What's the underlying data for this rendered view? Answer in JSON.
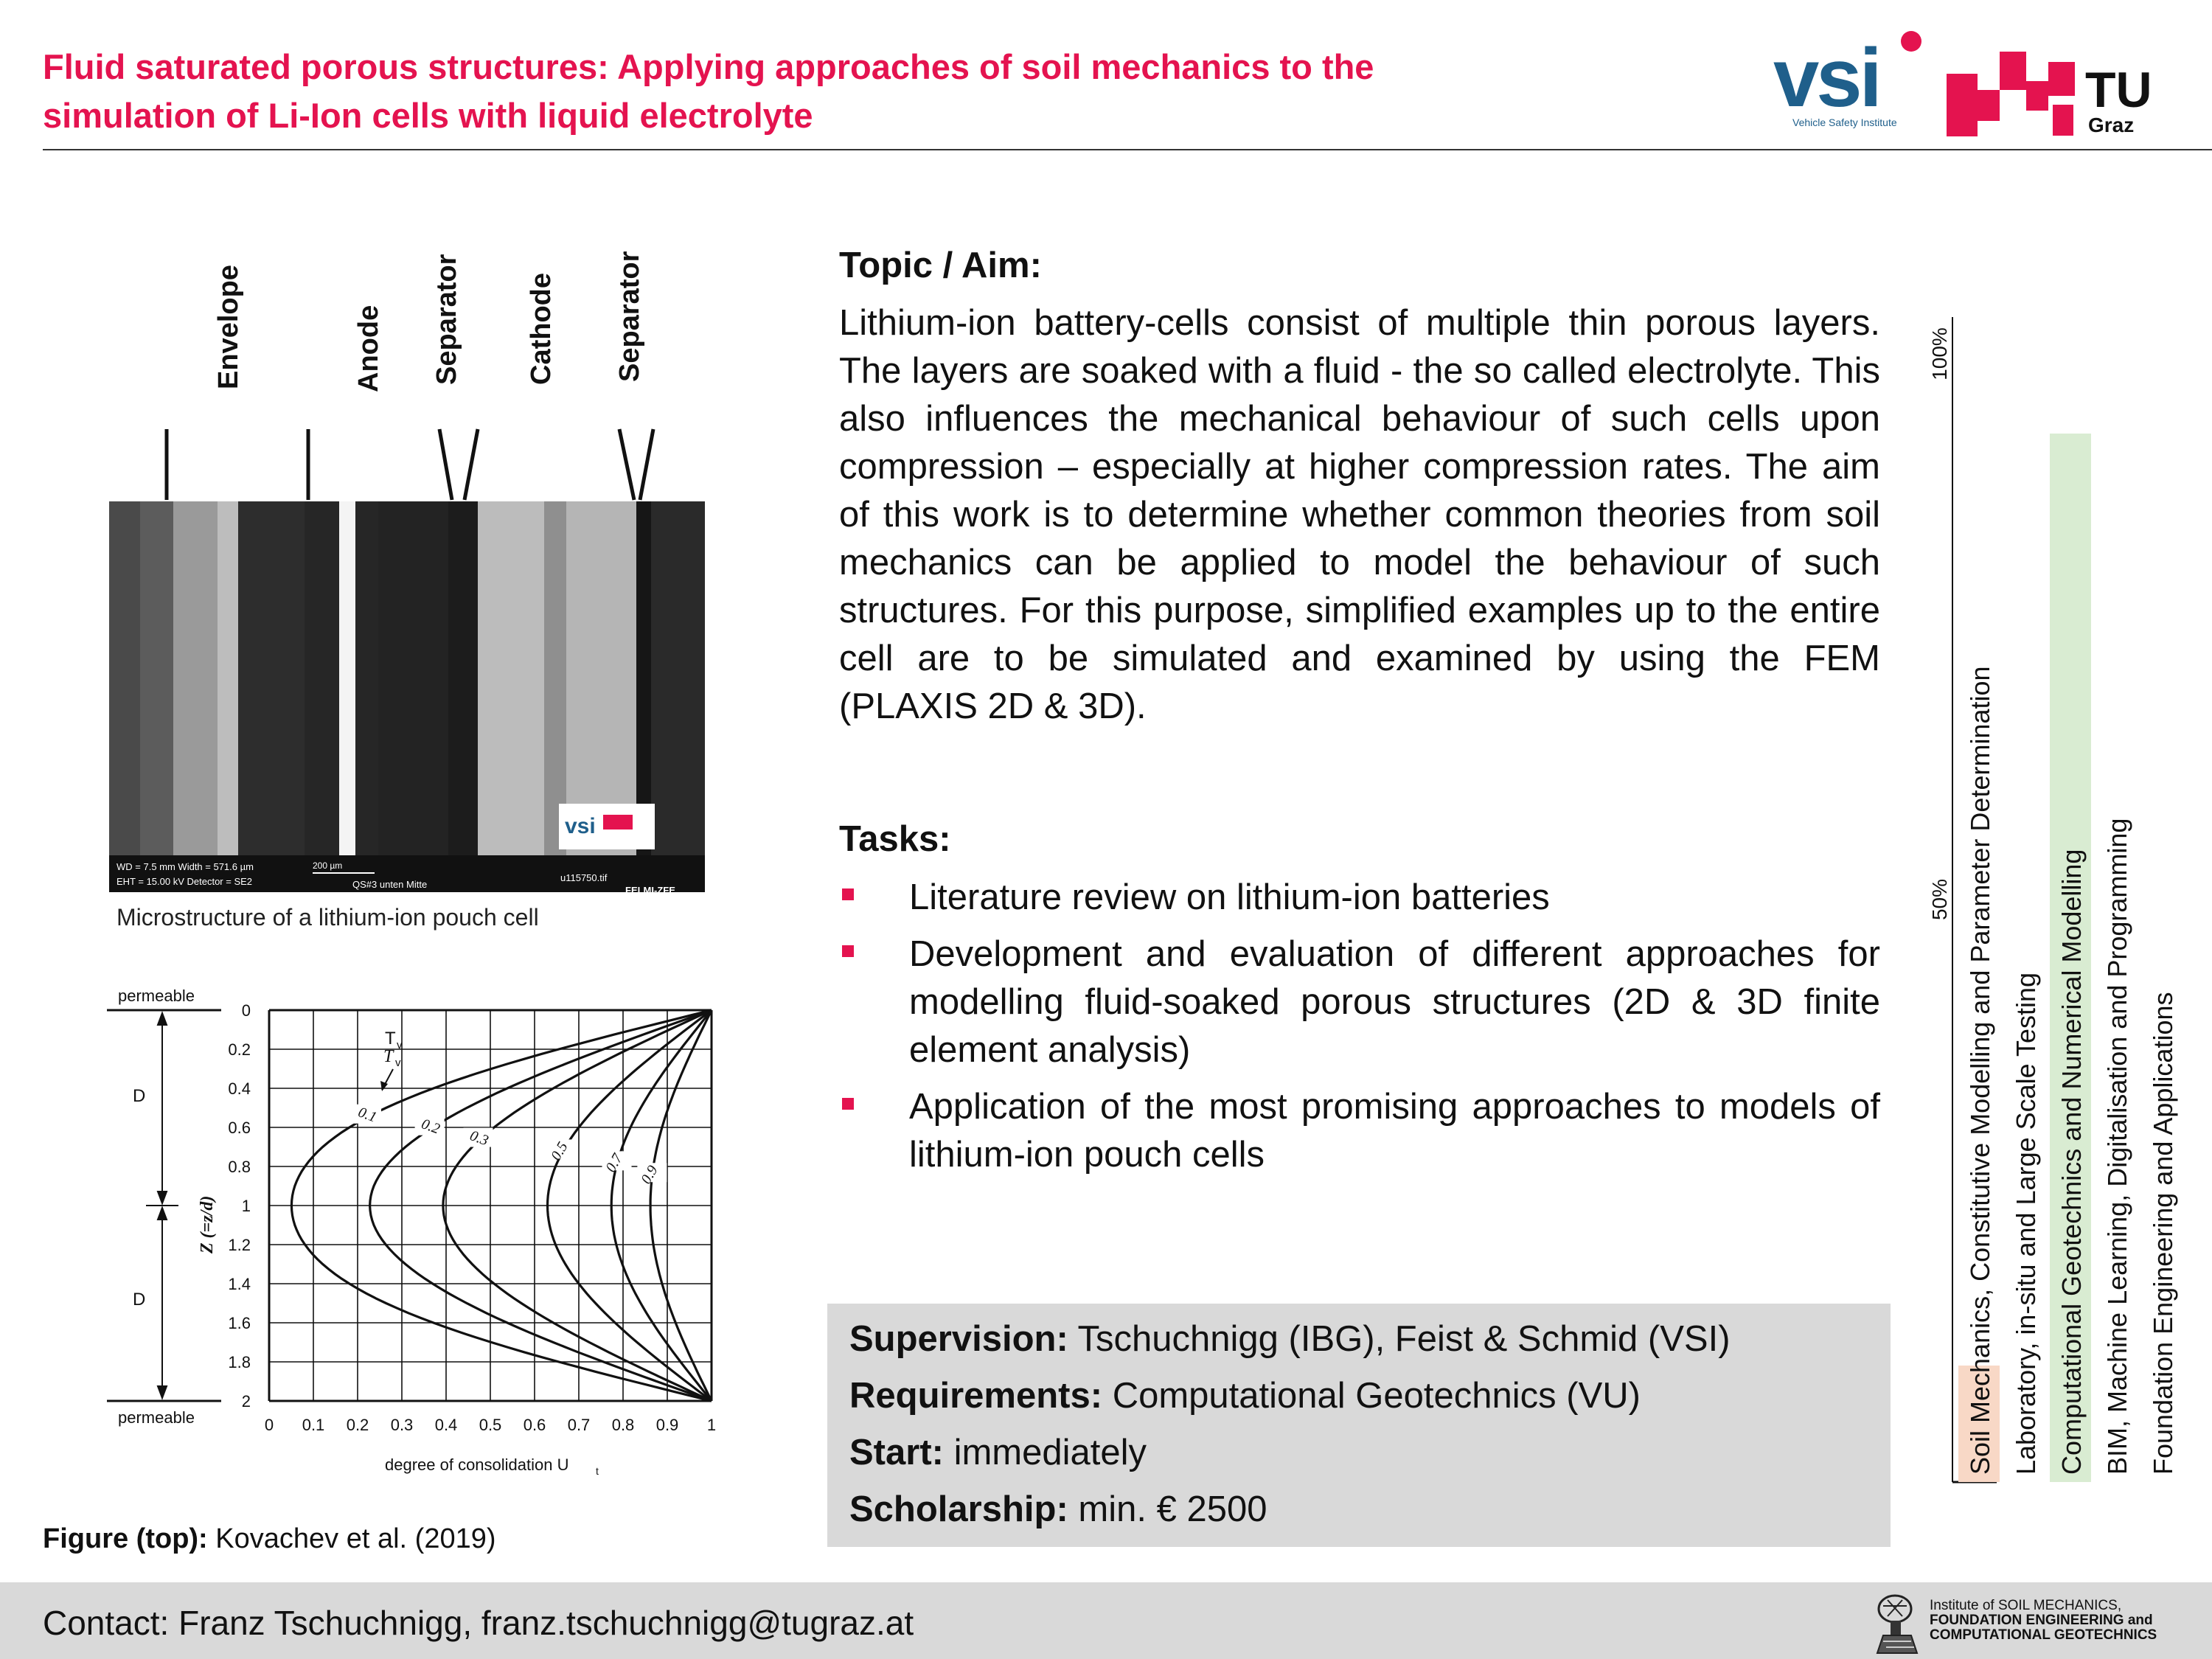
{
  "header": {
    "title_line1": "Fluid saturated porous structures: Applying approaches of soil mechanics to the",
    "title_line2": "simulation of Li-Ion cells with liquid electrolyte",
    "vsi_logo_text": "vsi",
    "vsi_logo_subtitle": "Vehicle Safety Institute",
    "tug_logo_text": "TU",
    "tug_logo_subtext": "Graz"
  },
  "microstructure_figure": {
    "layer_labels": [
      "Envelope",
      "Anode",
      "Separator",
      "Cathode",
      "Separator"
    ],
    "sem_info_line1": "WD = 7.5 mm    Width = 571.6 µm",
    "sem_info_line2": "EHT = 15.00 kV    Detector = SE2",
    "scale": "200 µm",
    "sample": "QS#3 unten Mitte",
    "file": "u115750.tif",
    "lab": "FELMI-ZFE",
    "caption": "Microstructure of a lithium-ion pouch cell"
  },
  "consolidation_figure": {
    "boundary_top": "permeable",
    "boundary_bottom": "permeable",
    "layer_label_top": "D",
    "layer_label_bottom": "D",
    "ylabel": "Z (=z/d)",
    "xlabel": "degree of consolidation U",
    "xlabel_sub": "t",
    "curve_label_top": "T",
    "curve_label_sub": "v",
    "y_ticks": [
      "0",
      "0.2",
      "0.4",
      "0.6",
      "0.8",
      "1",
      "1.2",
      "1.4",
      "1.6",
      "1.8",
      "2"
    ],
    "x_ticks": [
      "0",
      "0.1",
      "0.2",
      "0.3",
      "0.4",
      "0.5",
      "0.6",
      "0.7",
      "0.8",
      "0.9",
      "1"
    ],
    "tv_labels": [
      "0.1",
      "0.2",
      "0.3",
      "0.5",
      "0.7",
      "0.9"
    ]
  },
  "figure_credit": {
    "prefix": "Figure (top):",
    "text": "Kovachev et al. (2019)"
  },
  "topic": {
    "heading": "Topic / Aim:",
    "body": "Lithium-ion battery-cells consist of multiple thin porous layers. The layers are soaked with a fluid - the so called electrolyte. This also influences the mechanical behaviour of such cells upon compression – especially at higher compression rates. The aim of this work is to determine whether common theories from soil mechanics can be applied to model the behaviour of such structures. For this purpose, simplified examples up to the entire cell are to be simulated and examined by using the FEM (PLAXIS 2D & 3D)."
  },
  "tasks": {
    "heading": "Tasks:",
    "items": [
      "Literature review on lithium-ion batteries",
      "Development and evaluation of different approaches for modelling fluid-soaked porous structures (2D & 3D finite element analysis)",
      "Application of the most promising approaches to models of lithium-ion pouch cells"
    ]
  },
  "info": {
    "supervision_label": "Supervision:",
    "supervision_value": "Tschuchnigg (IBG), Feist & Schmid (VSI)",
    "requirements_label": "Requirements:",
    "requirements_value": "Computational Geotechnics (VU)",
    "start_label": "Start:",
    "start_value": "immediately",
    "scholarship_label": "Scholarship:",
    "scholarship_value": "min. € 2500"
  },
  "chart_data": {
    "type": "bar",
    "ylim": [
      0,
      100
    ],
    "tick_labels": [
      "50%",
      "100%"
    ],
    "categories": [
      "Soil Mechanics, Constitutive Modelling and Parameter Determination",
      "Laboratory, in-situ and Large Scale Testing",
      "Computational Geotechnics and Numerical Modelling",
      "BIM, Machine Learning, Digitalisation and Programming",
      "Foundation Engineering and Applications"
    ],
    "values": [
      10,
      0,
      90,
      0,
      0
    ],
    "colors": [
      "#f8d8c6",
      "#f8d8c6",
      "#d9ecd2",
      "#d9ecd2",
      "#d9ecd2"
    ]
  },
  "footer": {
    "contact": "Contact: Franz Tschuchnigg, franz.tschuchnigg@tugraz.at",
    "inst_line1": "Institute of SOIL MECHANICS,",
    "inst_line2": "FOUNDATION ENGINEERING and",
    "inst_line3": "COMPUTATIONAL GEOTECHNICS"
  }
}
